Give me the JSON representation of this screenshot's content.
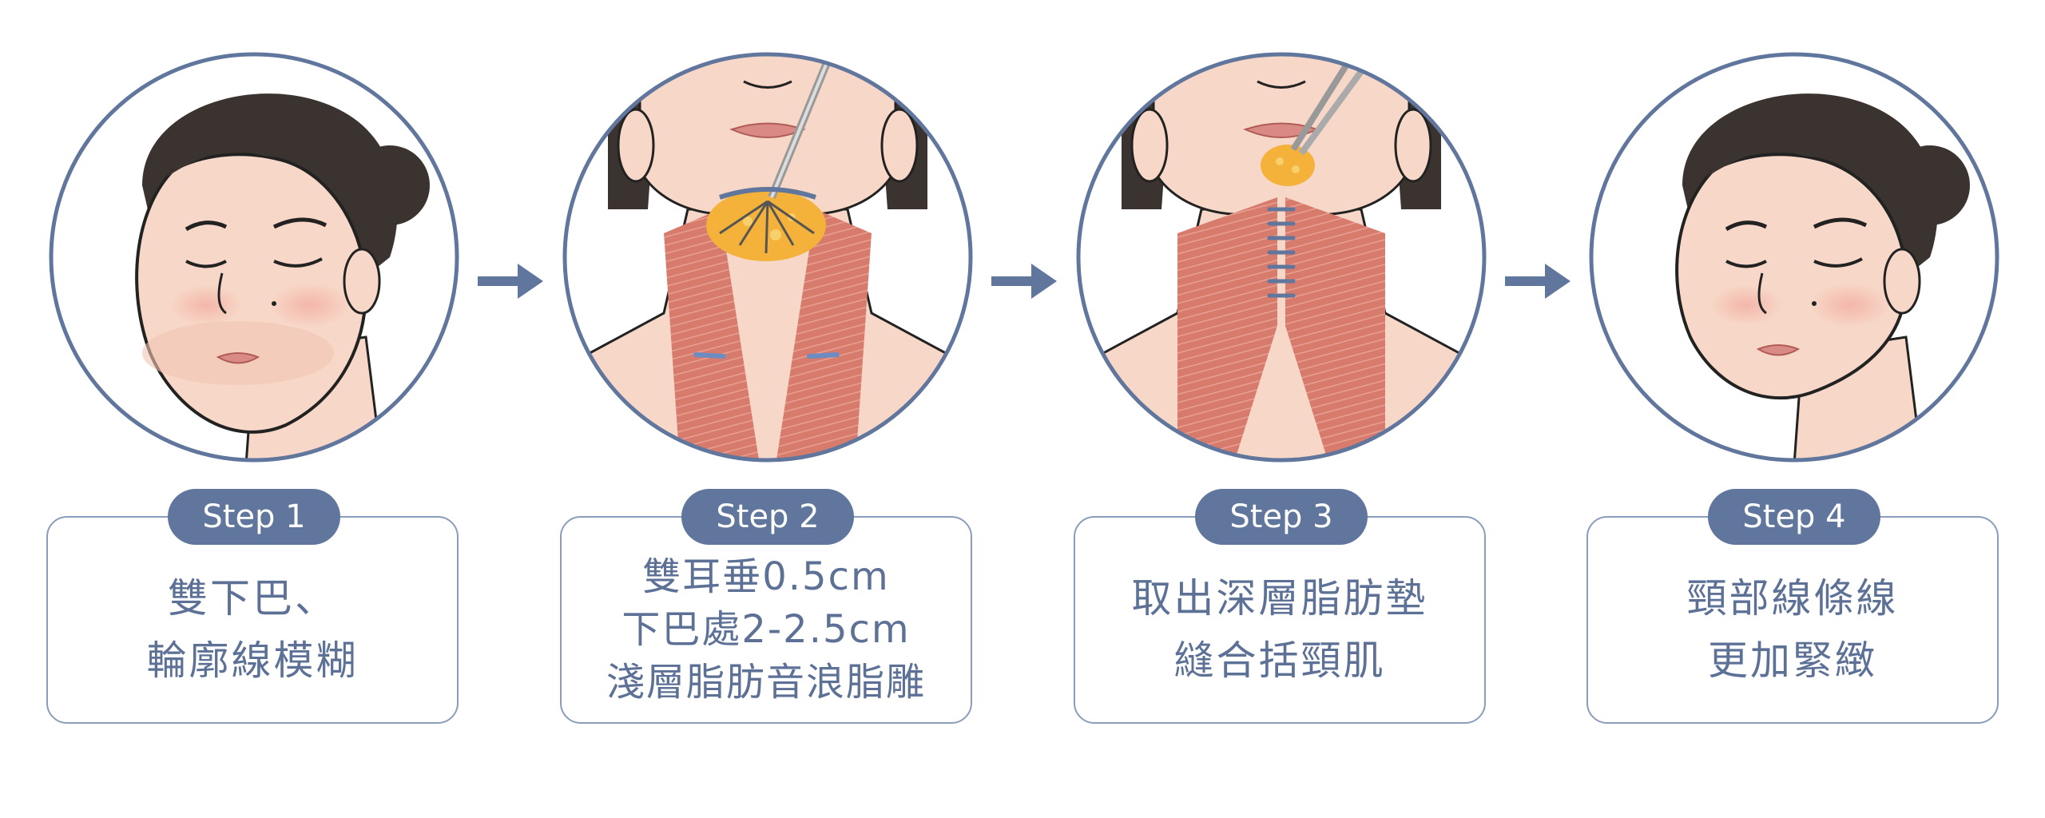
{
  "colors": {
    "accent": "#61769d",
    "card_border": "#8b9cbc",
    "card_text": "#5d7197",
    "skin": "#f7d7c7",
    "muscle": "#d97a6c",
    "fat": "#f4b23a",
    "hair": "#3a3330"
  },
  "steps": [
    {
      "badge": "Step 1",
      "lines": [
        "雙下巴、",
        "輪廓線模糊"
      ]
    },
    {
      "badge": "Step 2",
      "lines": [
        "雙耳垂0.5cm",
        "下巴處2-2.5cm",
        "淺層脂肪音浪脂雕"
      ]
    },
    {
      "badge": "Step 3",
      "lines": [
        "取出深層脂肪墊",
        "縫合括頸肌"
      ]
    },
    {
      "badge": "Step 4",
      "lines": [
        "頸部線條線",
        "更加緊緻"
      ]
    }
  ],
  "icons": {
    "arrow": "arrow-right-icon",
    "face_before": "face-double-chin-illustration",
    "neck_liposuction": "neck-fat-liposuction-illustration",
    "neck_suture": "neck-muscle-suture-illustration",
    "face_after": "face-contoured-illustration"
  }
}
